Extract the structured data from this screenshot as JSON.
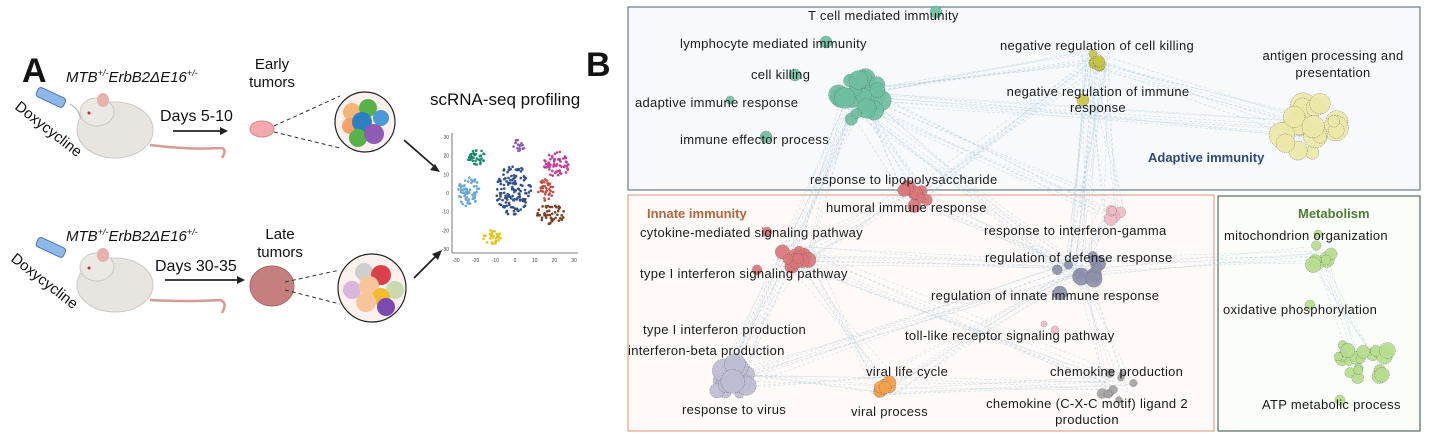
{
  "panel_a": {
    "letter": "A",
    "rows": [
      {
        "genotype_main": "MTB",
        "genotype_sup1": "+/-",
        "genotype_mid": "ErbB2ΔE16",
        "genotype_sup2": "+/-",
        "treatment": "Doxycycline",
        "duration": "Days 5-10",
        "tumor_label_line1": "Early",
        "tumor_label_line2": "tumors"
      },
      {
        "genotype_main": "MTB",
        "genotype_sup1": "+/-",
        "genotype_mid": "ErbB2ΔE16",
        "genotype_sup2": "+/-",
        "treatment": "Doxycycline",
        "duration": "Days 30-35",
        "tumor_label_line1": "Late",
        "tumor_label_line2": "tumors"
      }
    ],
    "profiling_title": "scRNA-seq profiling",
    "tsne": {
      "x_ticks": [
        "-30",
        "-20",
        "-10",
        "0",
        "10",
        "20",
        "30"
      ],
      "y_ticks": [
        "30",
        "20",
        "10",
        "0",
        "-10",
        "-20",
        "-30"
      ]
    }
  },
  "panel_b": {
    "letter": "B",
    "groups": [
      {
        "name": "Adaptive immunity",
        "color": "#2f4a78",
        "border": "#6b7a90"
      },
      {
        "name": "Innate immunity",
        "color": "#b5643a",
        "border": "#e0a58c"
      },
      {
        "name": "Metabolism",
        "color": "#4f7d35",
        "border": "#4f6e5a"
      }
    ],
    "labels": {
      "t_cell": "T cell mediated immunity",
      "lymphocyte": "lymphocyte mediated immunity",
      "cell_killing": "cell killing",
      "adaptive_immune": "adaptive immune response",
      "immune_effector": "immune effector process",
      "neg_cell_killing": "negative regulation of cell killing",
      "neg_immune_1": "negative regulation of immune",
      "neg_immune_2": "response",
      "antigen_1": "antigen processing and",
      "antigen_2": "presentation",
      "lps": "response to lipopolysaccharide",
      "humoral": "humoral immune response",
      "cytokine": "cytokine-mediated signaling pathway",
      "type1_signal": "type I interferon signaling pathway",
      "ifn_gamma": "response to interferon-gamma",
      "reg_defense": "regulation of defense response",
      "reg_innate": "regulation of innate immune response",
      "tlr": "toll-like receptor signaling pathway",
      "type1_prod": "type I interferon production",
      "ifn_beta": "interferon-beta production",
      "viral_life": "viral life cycle",
      "viral_process": "viral process",
      "virus": "response to virus",
      "chemokine_prod": "chemokine production",
      "cxcl2_1": "chemokine (C-X-C motif) ligand 2",
      "cxcl2_2": "production",
      "mito": "mitochondrion organization",
      "oxphos": "oxidative phosphorylation",
      "atp": "ATP metabolic process"
    },
    "cluster_colors": {
      "teal": "#6dbf9f",
      "olive": "#c7c447",
      "pale_yellow": "#ece9a8",
      "red": "#db767a",
      "pink": "#f0bcc6",
      "slate": "#8c90ab",
      "lavender": "#bdbdd4",
      "orange": "#f4a24f",
      "gray": "#a4a4a4",
      "green": "#b7dd8e",
      "edge": "#a8c8dc"
    }
  }
}
